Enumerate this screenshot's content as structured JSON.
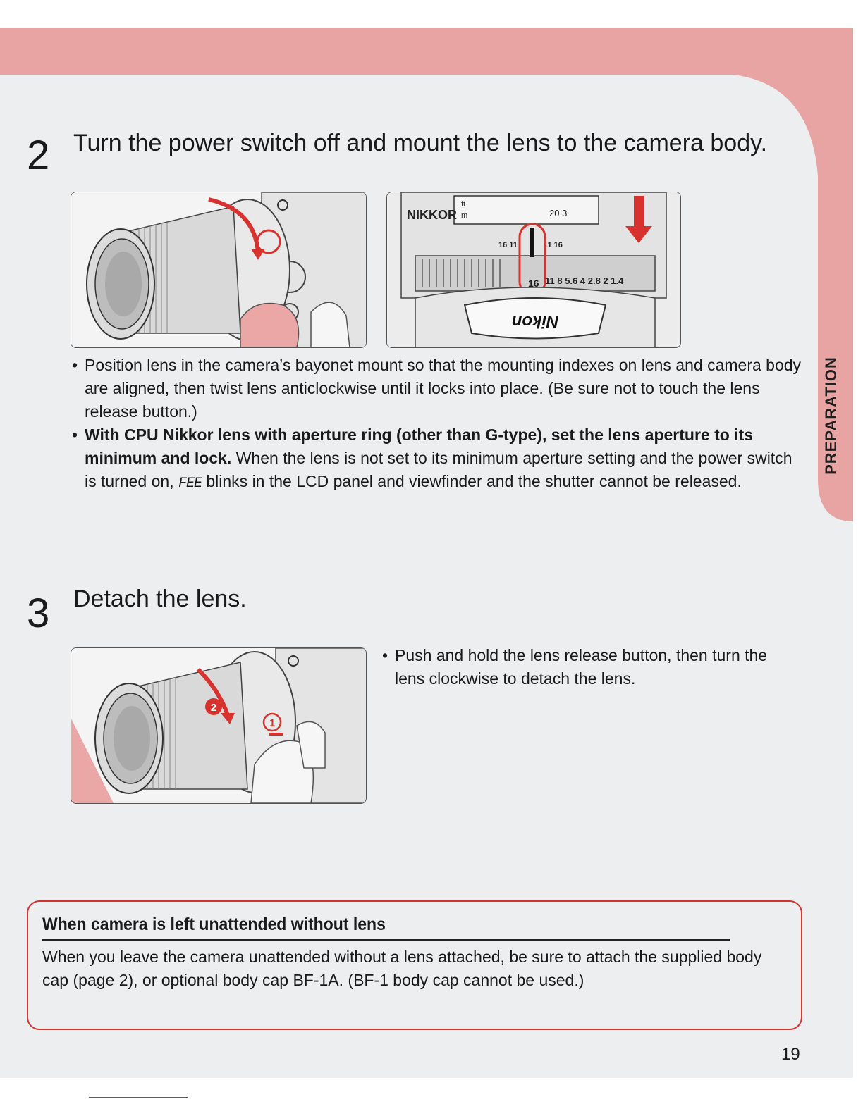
{
  "side_tab": "PREPARATION",
  "steps": [
    {
      "number": "2",
      "title": "Turn the power switch off and mount the lens to the camera body.",
      "bullets": {
        "b1": "Position lens in the camera’s bayonet mount so that the mounting indexes on lens and camera body are aligned, then twist lens anticlockwise until it locks into place. (Be sure not to touch the lens release button.)",
        "b2_bold": "With CPU Nikkor lens with aperture ring (other than G-type), set the lens aperture to its minimum and lock.",
        "b2_text_a": " When the lens is not set to its minimum aperture setting and the power switch is turned on, ",
        "b2_code": "FEE",
        "b2_text_b": " blinks in the LCD panel and viewfinder and the shutter cannot be released."
      },
      "figure2": {
        "brand_top": "NIKKOR",
        "brand_bottom": "Nikon",
        "scale_top": "20    3",
        "scale_mid_left": "16 11",
        "scale_mid_right": "11 16",
        "aperture_min": "16",
        "aperture_scale": "11  8  5.6  4  2.8  2  1.4",
        "unit_ft": "ft",
        "unit_m": "m"
      }
    },
    {
      "number": "3",
      "title": "Detach the lens.",
      "bullet": "Push and hold the lens release button, then turn the lens clockwise to detach the lens.",
      "marker_1": "1",
      "marker_2": "2"
    }
  ],
  "note": {
    "title": "When camera is left unattended without lens",
    "text": "When you leave the camera unattended without a lens attached, be sure to attach the supplied body cap (page 2), or optional body cap BF-1A. (BF-1 body cap cannot be used.)"
  },
  "page_number": "19",
  "colors": {
    "accent_red": "#d8322f",
    "band_pink": "#e8a4a2",
    "page_bg": "#eceef0"
  }
}
